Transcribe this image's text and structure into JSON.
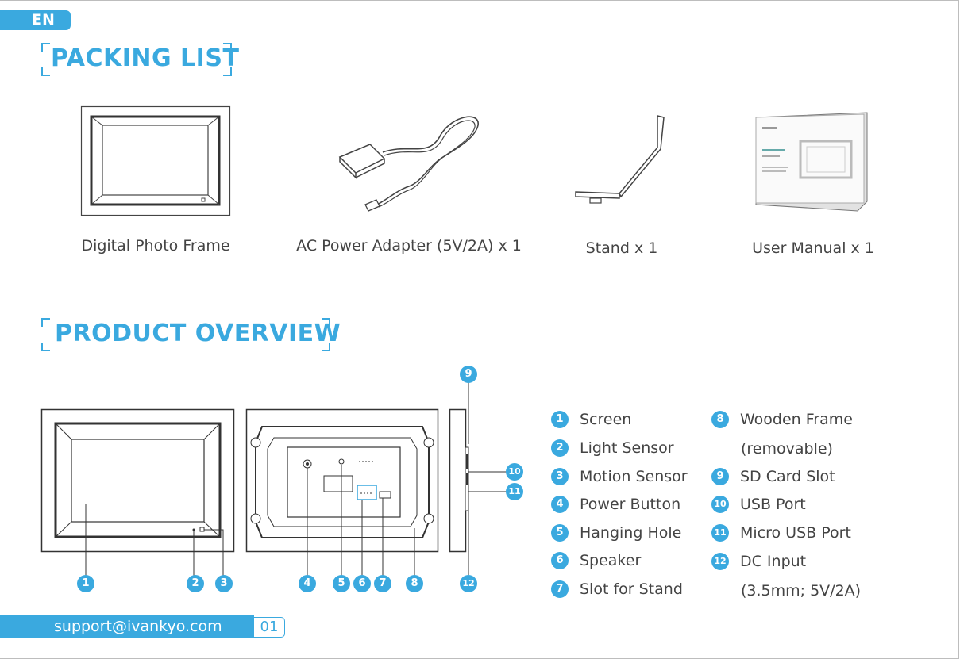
{
  "lang": "EN",
  "sections": {
    "packing_list": "PACKING LIST",
    "product_overview": "PRODUCT OVERVIEW"
  },
  "packing_items": [
    {
      "label": "Digital Photo Frame"
    },
    {
      "label": "AC Power Adapter (5V/2A) x 1"
    },
    {
      "label": "Stand x 1"
    },
    {
      "label": "User Manual x 1"
    }
  ],
  "diagram_numbers": [
    "1",
    "2",
    "3",
    "4",
    "5",
    "6",
    "7",
    "8",
    "9",
    "10",
    "11",
    "12"
  ],
  "legend": [
    {
      "num": "1",
      "label": "Screen"
    },
    {
      "num": "2",
      "label": "Light Sensor"
    },
    {
      "num": "3",
      "label": "Motion Sensor"
    },
    {
      "num": "4",
      "label": "Power Button"
    },
    {
      "num": "5",
      "label": "Hanging Hole"
    },
    {
      "num": "6",
      "label": "Speaker"
    },
    {
      "num": "7",
      "label": "Slot for Stand"
    },
    {
      "num": "8",
      "label": "Wooden Frame",
      "cont": "(removable)"
    },
    {
      "num": "9",
      "label": "SD Card Slot"
    },
    {
      "num": "10",
      "label": "USB Port"
    },
    {
      "num": "11",
      "label": "Micro USB Port"
    },
    {
      "num": "12",
      "label": "DC Input",
      "cont": "(3.5mm; 5V/2A)"
    }
  ],
  "footer": {
    "email": "support@ivankyo.com",
    "page": "01"
  },
  "colors": {
    "accent": "#3aa9df",
    "line": "#333333"
  }
}
